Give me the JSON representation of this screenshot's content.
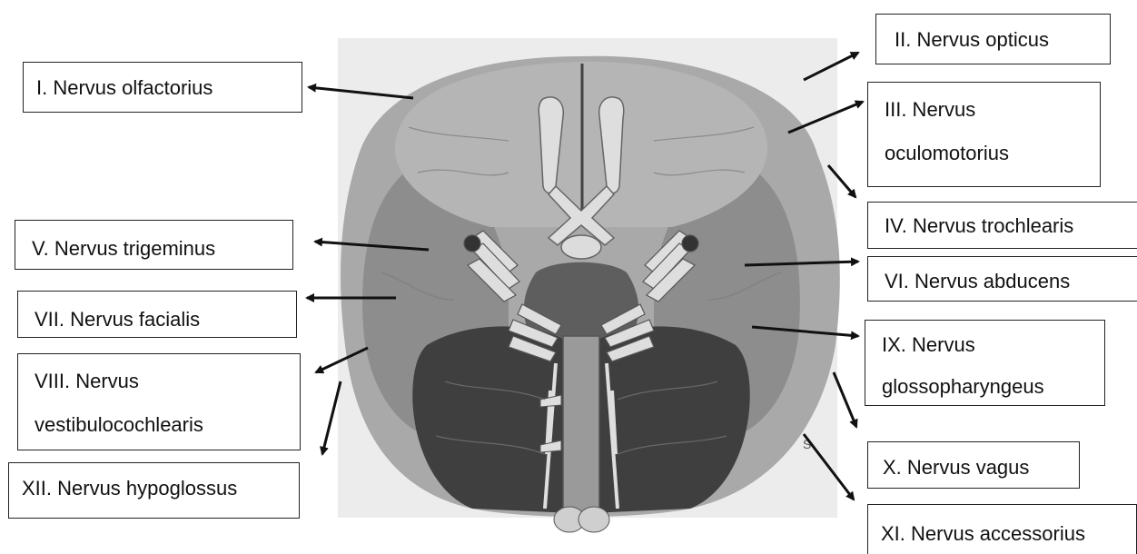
{
  "labels": [
    {
      "id": "n1",
      "lines": [
        "I. Nervus olfactorius"
      ]
    },
    {
      "id": "n2",
      "lines": [
        "II. Nervus opticus"
      ]
    },
    {
      "id": "n3",
      "lines": [
        "III. Nervus",
        "oculomotorius"
      ]
    },
    {
      "id": "n4",
      "lines": [
        "IV. Nervus trochlearis"
      ]
    },
    {
      "id": "n5",
      "lines": [
        "V. Nervus trigeminus"
      ]
    },
    {
      "id": "n6",
      "lines": [
        "VI. Nervus abducens"
      ]
    },
    {
      "id": "n7",
      "lines": [
        "VII. Nervus facialis"
      ]
    },
    {
      "id": "n8",
      "lines": [
        "VIII. Nervus",
        "vestibulocochlearis"
      ]
    },
    {
      "id": "n9",
      "lines": [
        "IX. Nervus",
        "glossopharyngeus"
      ]
    },
    {
      "id": "n10",
      "lines": [
        "X. Nervus vagus"
      ]
    },
    {
      "id": "n11",
      "lines": [
        "XI. Nervus accessorius"
      ]
    },
    {
      "id": "n12",
      "lines": [
        "XII. Nervus hypoglossus"
      ]
    }
  ],
  "figure": {
    "stray_letter": "S"
  },
  "colors": {
    "outline_light": "#a9a9a9",
    "frontal": "#b5b5b5",
    "temporal": "#8d8d8d",
    "brainstem": "#5e5e5e",
    "cerebellum": "#3f3f3f",
    "nerve": "#dedede",
    "arrow": "#111111"
  }
}
